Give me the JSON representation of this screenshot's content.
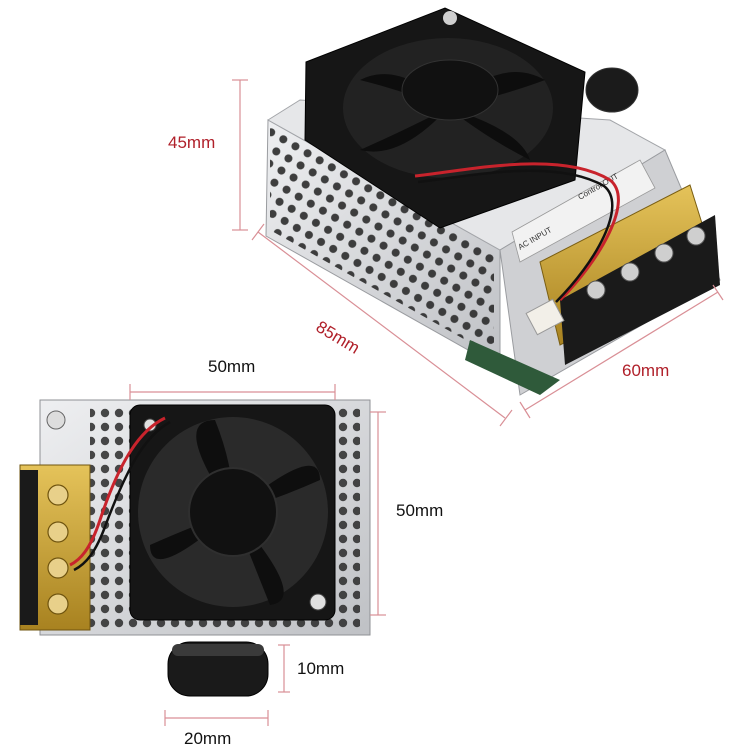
{
  "dimensions": {
    "top_view": {
      "height": "45mm",
      "length": "85mm",
      "width": "60mm"
    },
    "front_view": {
      "fan_width": "50mm",
      "fan_height": "50mm",
      "knob_height": "10mm",
      "knob_width": "20mm"
    }
  },
  "panel_labels": {
    "ac_input": "AC INPUT",
    "control_out": "Control OUT"
  },
  "colors": {
    "dimension_line": "#d98f96",
    "dimension_text_red": "#b0202a",
    "dimension_text_dark": "#111111",
    "housing_metal": "#d9dadc",
    "fan_black": "#141414",
    "terminal_brass": "#c9a233",
    "wire_red": "#c8232c"
  }
}
